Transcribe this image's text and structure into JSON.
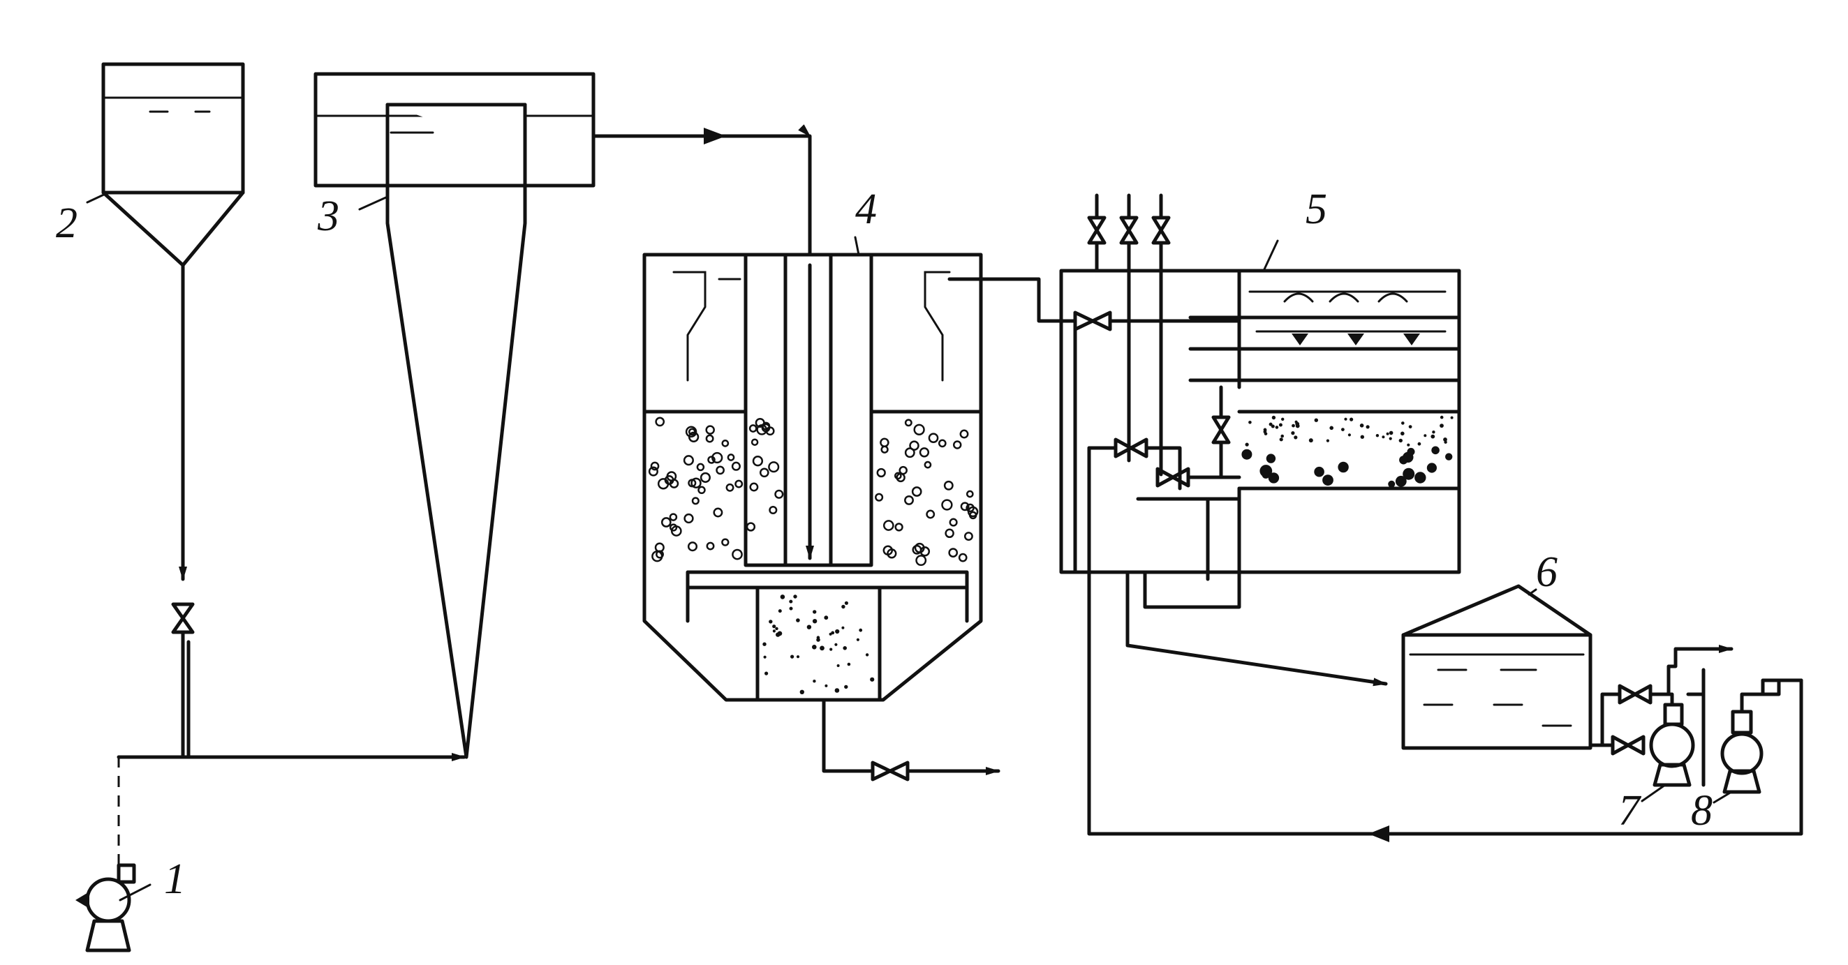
{
  "callouts": {
    "n1": "1",
    "n2": "2",
    "n3": "3",
    "n4": "4",
    "n5": "5",
    "n6": "6",
    "n7": "7",
    "n8": "8"
  },
  "colors": {
    "ink": "#111111",
    "background": "#ffffff"
  }
}
